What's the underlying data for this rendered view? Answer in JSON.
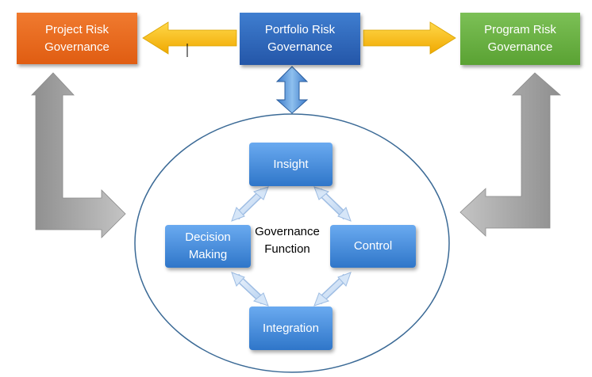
{
  "boxes": {
    "project": "Project Risk\nGovernance",
    "portfolio": "Portfolio Risk\nGovernance",
    "program": "Program Risk\nGovernance"
  },
  "function": {
    "insight": "Insight",
    "decision": "Decision\nMaking",
    "control": "Control",
    "integration": "Integration",
    "center": "Governance\nFunction"
  },
  "colors": {
    "project": "#e8681f",
    "portfolio": "#2f66b8",
    "program": "#6ab045",
    "function_box": "#4a90dc",
    "side_arrows": "#9a9a9a",
    "top_arrows": "#f5b800"
  }
}
